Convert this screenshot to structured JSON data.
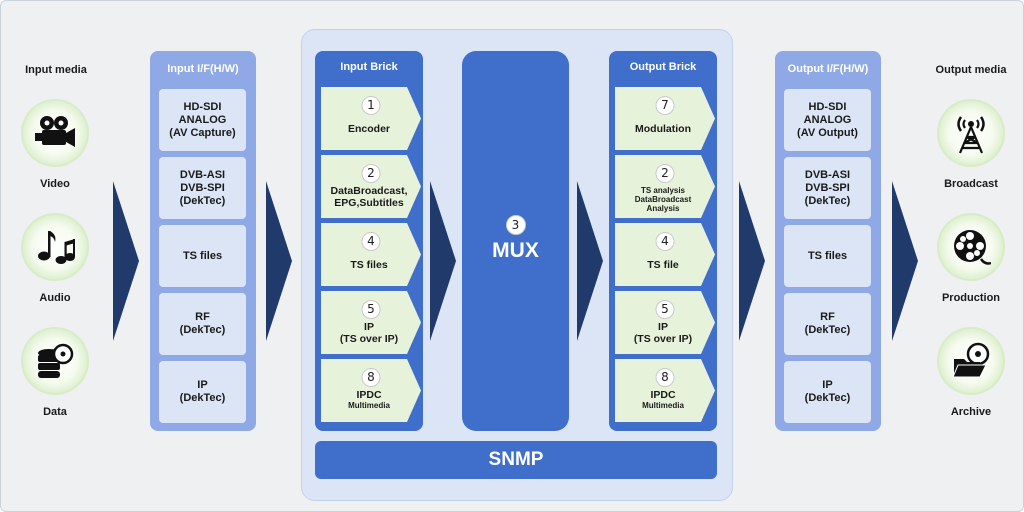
{
  "input_media": {
    "title": "Input media",
    "items": [
      {
        "label": "Video",
        "icon": "movie-camera-icon"
      },
      {
        "label": "Audio",
        "icon": "music-notes-icon"
      },
      {
        "label": "Data",
        "icon": "database-disc-icon"
      }
    ]
  },
  "input_if": {
    "title": "Input I/F(H/W)",
    "boxes": [
      "HD-SDI\nANALOG\n(AV Capture)",
      "DVB-ASI\nDVB-SPI\n(DekTec)",
      "TS files",
      "RF\n(DekTec)",
      "IP\n(DekTec)"
    ]
  },
  "input_brick": {
    "title": "Input Brick",
    "steps": [
      {
        "num": "1",
        "label": "Encoder"
      },
      {
        "num": "2",
        "label": "DataBroadcast,\nEPG,Subtitles"
      },
      {
        "num": "4",
        "label": "TS files"
      },
      {
        "num": "5",
        "label": "IP\n(TS over IP)"
      },
      {
        "num": "8",
        "label": "IPDC",
        "sub": "Multimedia"
      }
    ]
  },
  "mux": {
    "num": "3",
    "label": "MUX"
  },
  "output_brick": {
    "title": "Output Brick",
    "steps": [
      {
        "num": "7",
        "label": "Modulation"
      },
      {
        "num": "2",
        "label": "TS analysis\nDataBroadcast\nAnalysis"
      },
      {
        "num": "4",
        "label": "TS file"
      },
      {
        "num": "5",
        "label": "IP\n(TS over IP)"
      },
      {
        "num": "8",
        "label": "IPDC",
        "sub": "Multimedia"
      }
    ]
  },
  "snmp": {
    "label": "SNMP"
  },
  "output_if": {
    "title": "Output I/F(H/W)",
    "boxes": [
      "HD-SDI\nANALOG\n(AV Output)",
      "DVB-ASI\nDVB-SPI\n(DekTec)",
      "TS files",
      "RF\n(DekTec)",
      "IP\n(DekTec)"
    ]
  },
  "output_media": {
    "title": "Output media",
    "items": [
      {
        "label": "Broadcast",
        "icon": "broadcast-tower-icon"
      },
      {
        "label": "Production",
        "icon": "film-reel-icon"
      },
      {
        "label": "Archive",
        "icon": "folder-disc-icon"
      }
    ]
  },
  "colors": {
    "panel": "#8fa9e6",
    "brick": "#3f6fcb",
    "chevron": "#1f3a6b",
    "step": "#e6f2da",
    "if_box": "#dbe5f5"
  }
}
